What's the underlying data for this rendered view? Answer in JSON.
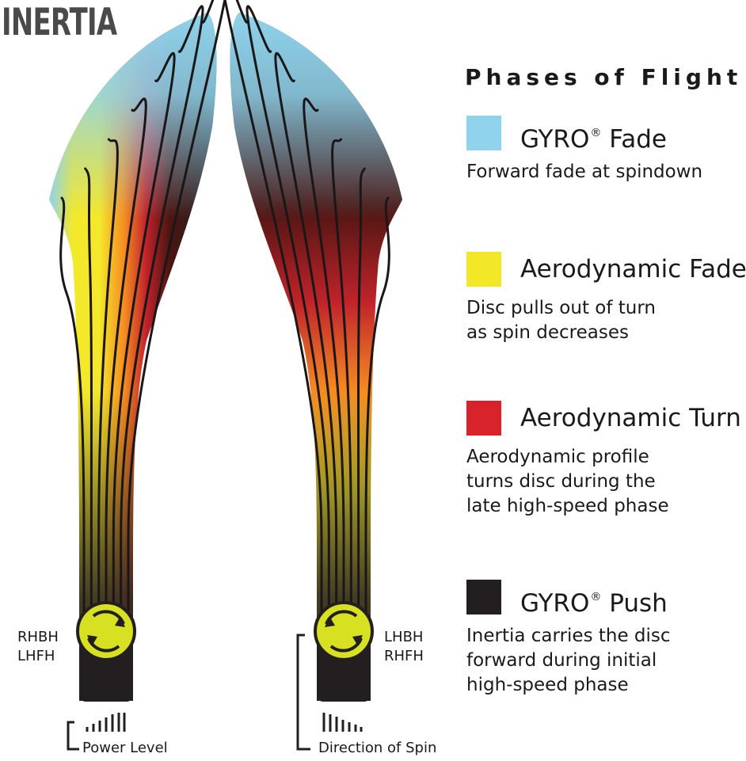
{
  "title": "INERTIA",
  "legend": {
    "title": "Phases of Flight",
    "phases": [
      {
        "name": "GYRO",
        "mark": "®",
        "suffix": " Fade",
        "color": "#8fd3ec",
        "description": [
          "Forward fade at spindown"
        ]
      },
      {
        "name": "Aerodynamic Fade",
        "mark": "",
        "suffix": "",
        "color": "#f2e827",
        "description": [
          "Disc pulls out of turn",
          "as spin decreases"
        ]
      },
      {
        "name": "Aerodynamic Turn",
        "mark": "",
        "suffix": "",
        "color": "#d9232a",
        "description": [
          "Aerodynamic profile",
          "turns disc during the",
          "late high-speed phase"
        ]
      },
      {
        "name": "GYRO",
        "mark": "®",
        "suffix": " Push",
        "color": "#231f20",
        "description": [
          "Inertia carries the disc",
          "forward during initial",
          "high-speed phase"
        ]
      }
    ]
  },
  "left_flight": {
    "throws": [
      "RHBH",
      "LHFH"
    ],
    "spin_icon": "clockwise-spin-icon"
  },
  "right_flight": {
    "throws": [
      "LHBH",
      "RHFH"
    ],
    "spin_icon": "counterclockwise-spin-icon"
  },
  "power_level_label": "Power Level",
  "direction_of_spin_label": "Direction of Spin"
}
